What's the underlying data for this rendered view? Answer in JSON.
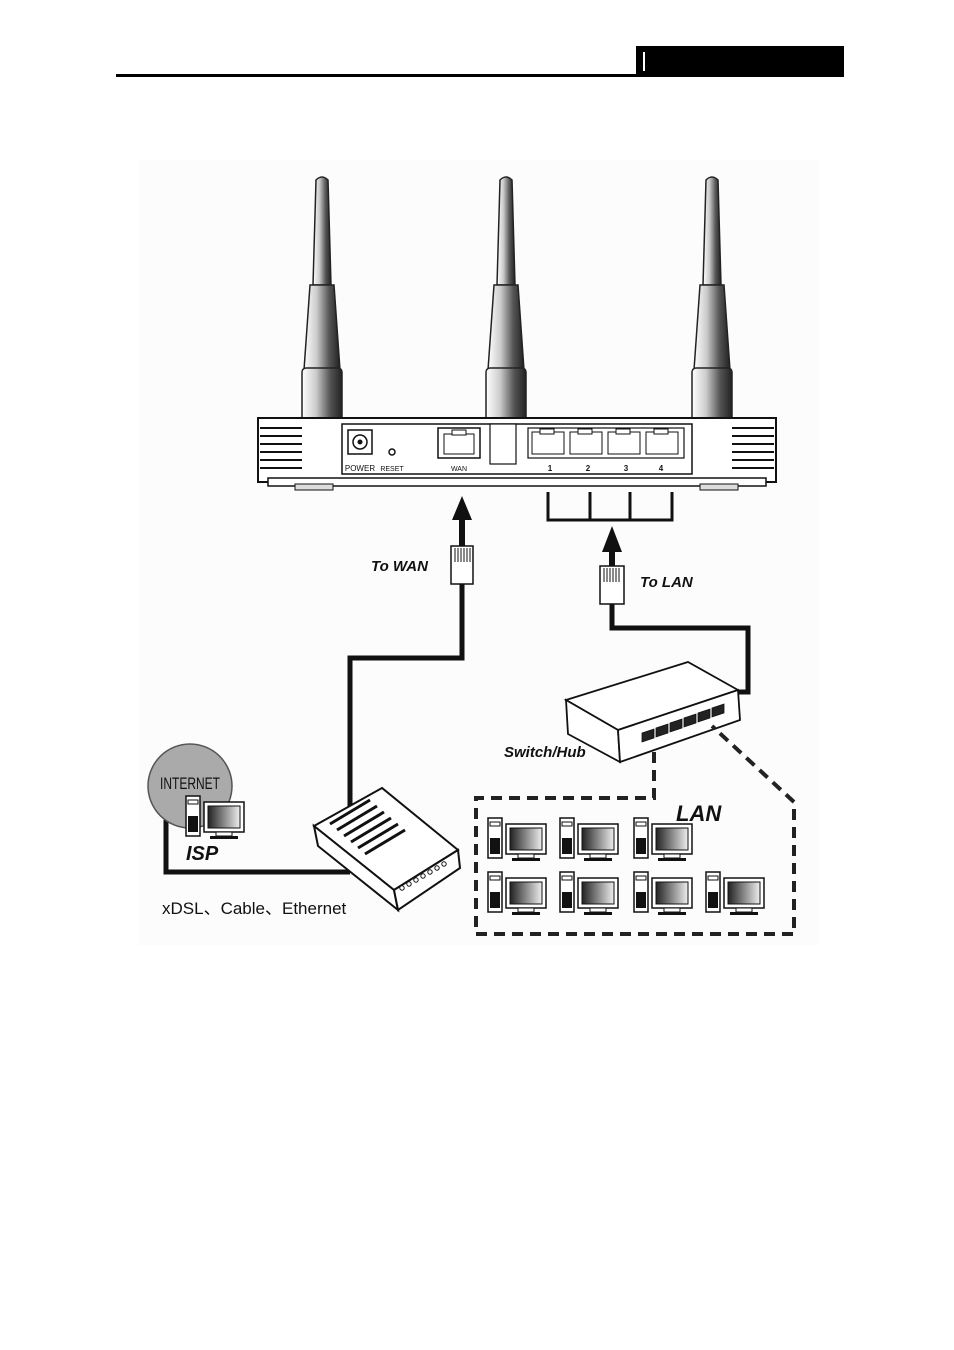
{
  "diagram": {
    "router": {
      "port_power": "POWER",
      "port_reset": "RESET",
      "port_wan": "WAN",
      "lan_ports": [
        "1",
        "2",
        "3",
        "4"
      ]
    },
    "labels": {
      "to_wan": "To WAN",
      "to_lan": "To LAN",
      "switch_hub": "Switch/Hub",
      "internet": "INTERNET",
      "isp": "ISP",
      "modem_types": "xDSL、Cable、Ethernet",
      "lan": "LAN"
    },
    "lan_computer_count": 7
  }
}
